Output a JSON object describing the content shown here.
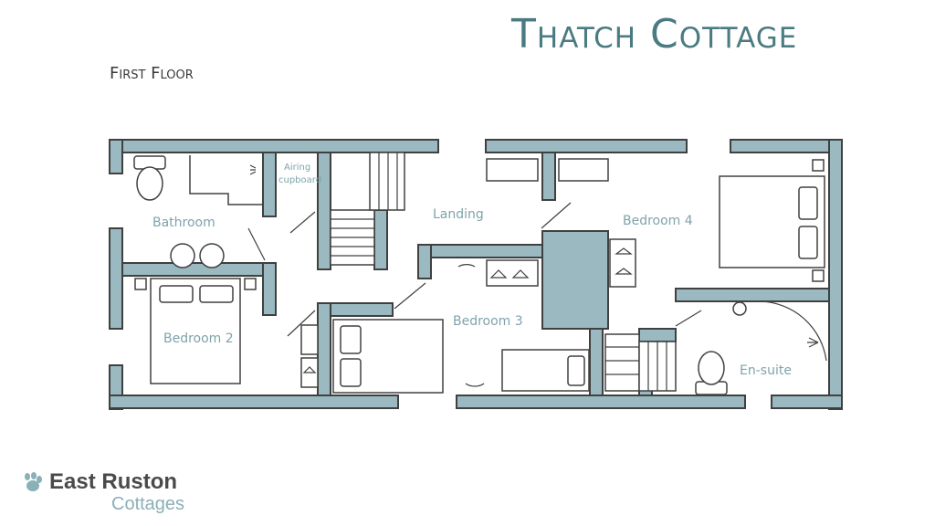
{
  "title": "Thatch Cottage",
  "subtitle": "First Floor",
  "rooms": {
    "bathroom": "Bathroom",
    "airing_line1": "Airing",
    "airing_line2": "cupboard",
    "landing": "Landing",
    "bedroom4": "Bedroom 4",
    "bedroom2": "Bedroom 2",
    "bedroom3": "Bedroom 3",
    "ensuite": "En-suite"
  },
  "brand": {
    "name": "East Ruston",
    "sub": "Cottages"
  },
  "colors": {
    "wall": "#9ab9c0",
    "outline": "#404040",
    "title": "#4b7b82",
    "label": "#7fa3ab"
  },
  "icons": [
    "paw-icon",
    "shower-icon",
    "hanger-icon",
    "toilet-icon",
    "basin-icon",
    "bed-icon"
  ]
}
